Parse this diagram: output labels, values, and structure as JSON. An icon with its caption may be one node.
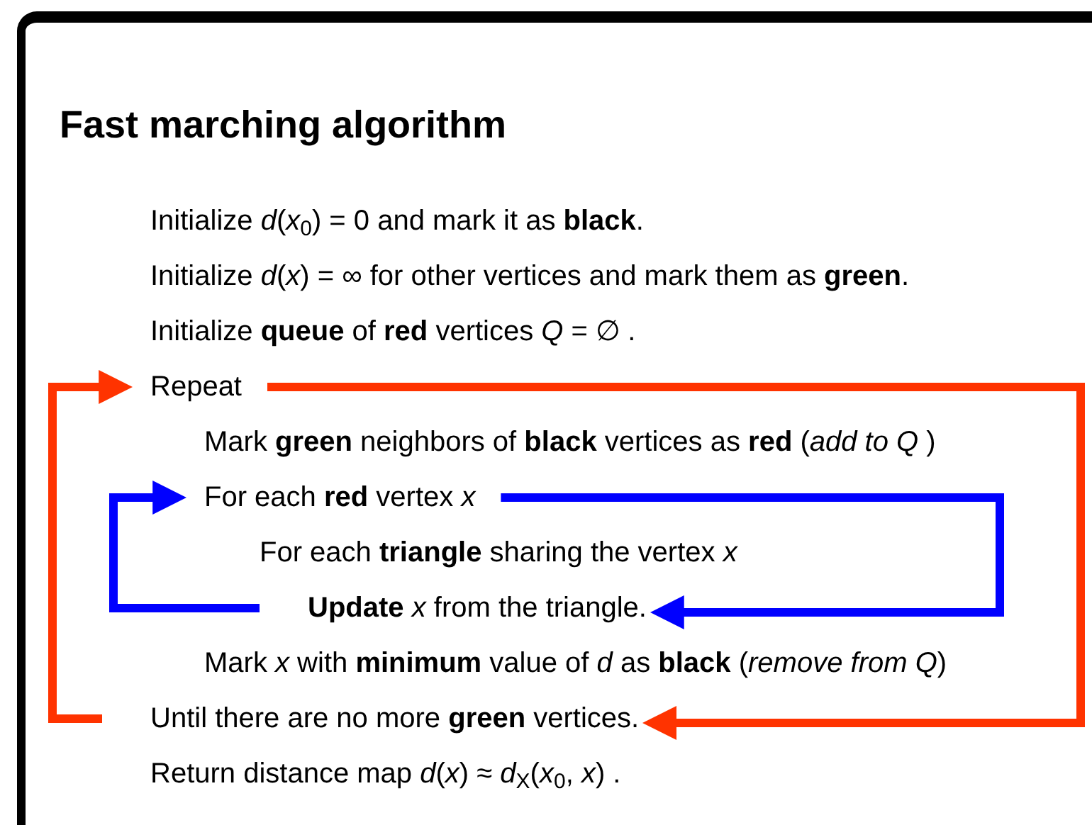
{
  "diagram": {
    "title": "Fast marching algorithm",
    "nodes": [
      {
        "text": [
          "Repeat"
        ]
      },
      {
        "text": [
          "For each **red** vertex *x*"
        ]
      },
      {
        "text": [
          "**Update** *x* from the triangle."
        ]
      },
      {
        "text": [
          "Until there are no more **green** vertices."
        ]
      }
    ],
    "edges": [
      {
        "from": 0,
        "to": 3,
        "arrow": "to",
        "color": "#ff3300"
      },
      {
        "from": 3,
        "to": 0,
        "arrow": "to",
        "color": "#ff3300"
      },
      {
        "from": 1,
        "to": 2,
        "arrow": "to",
        "color": "#0000ff"
      },
      {
        "from": 2,
        "to": 1,
        "arrow": "to",
        "color": "#0000ff"
      }
    ],
    "labels": [
      "Initialize *d*(*x*$_{0}$) = 0 and mark it as **black**.",
      "Initialize *d*(*x*) = ∞ for other vertices and mark them as **green**.",
      "Initialize **queue** of **red** vertices *Q* = ∅ .",
      "Mark **green** neighbors of **black** vertices as **red** (*add to* *Q* )",
      "For each **triangle** sharing the vertex *x*",
      "Mark *x* with **minimum** value of *d* as **black** (*remove from* *Q*)",
      "Return distance map *d*(*x*) ≈ *d*$_{X}$(*x*$_{0}$, *x*) ."
    ]
  }
}
